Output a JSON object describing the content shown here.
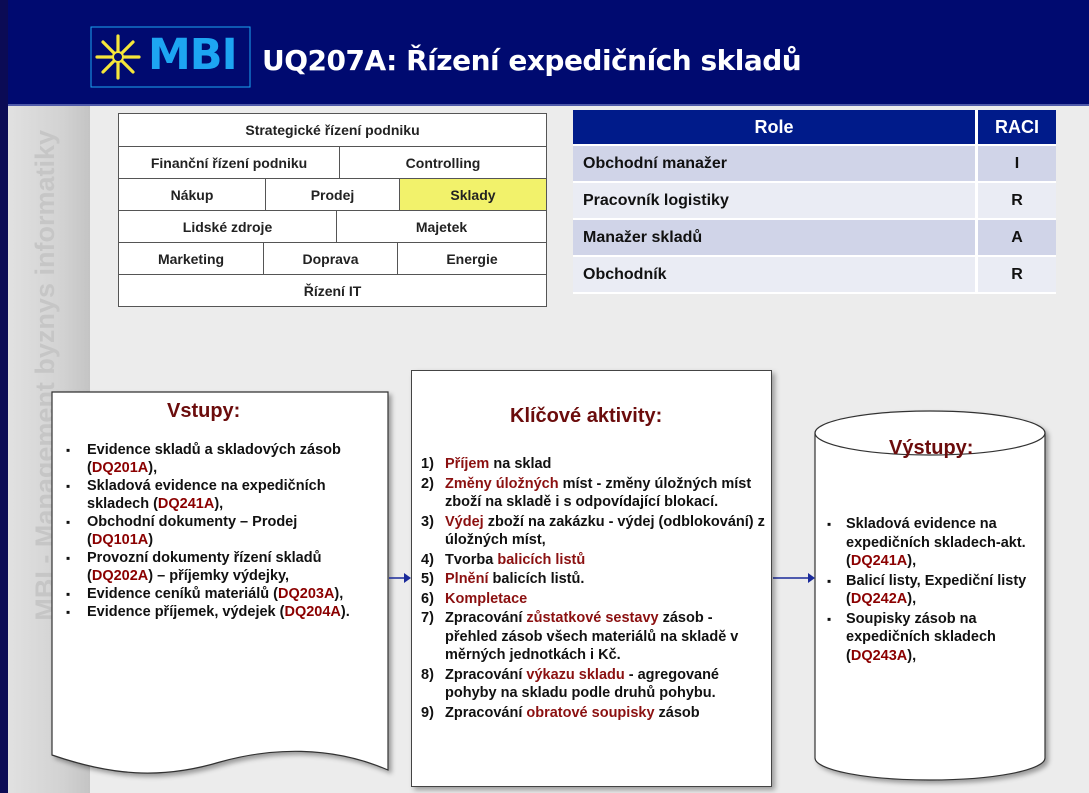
{
  "header": {
    "logo": "MBI",
    "title": "UQ207A: Řízení expedičních skladů"
  },
  "side_text": "MBI - Management byznys informatiky",
  "org_chart": {
    "rows": [
      [
        {
          "label": "Strategické řízení podniku",
          "highlight": false
        }
      ],
      [
        {
          "label": "Finanční řízení podniku",
          "highlight": false
        },
        {
          "label": "Controlling",
          "highlight": false
        }
      ],
      [
        {
          "label": "Nákup",
          "highlight": false
        },
        {
          "label": "Prodej",
          "highlight": false
        },
        {
          "label": "Sklady",
          "highlight": true
        }
      ],
      [
        {
          "label": "Lidské zdroje",
          "highlight": false
        },
        {
          "label": "Majetek",
          "highlight": false
        }
      ],
      [
        {
          "label": "Marketing",
          "highlight": false
        },
        {
          "label": "Doprava",
          "highlight": false
        },
        {
          "label": "Energie",
          "highlight": false
        }
      ],
      [
        {
          "label": "Řízení IT",
          "highlight": false
        }
      ]
    ],
    "highlight_color": "#f2f26b"
  },
  "raci": {
    "headers": {
      "role": "Role",
      "raci": "RACI"
    },
    "rows": [
      {
        "role": "Obchodní manažer",
        "value": "I"
      },
      {
        "role": "Pracovník logistiky",
        "value": "R"
      },
      {
        "role": "Manažer skladů",
        "value": "A"
      },
      {
        "role": "Obchodník",
        "value": "R"
      }
    ]
  },
  "inputs": {
    "title": "Vstupy:",
    "items": [
      [
        {
          "t": "Evidence skladů a skladových zásob ("
        },
        {
          "t": "DQ201A",
          "c": "code"
        },
        {
          "t": "),"
        }
      ],
      [
        {
          "t": "Skladová evidence na expedičních skladech ("
        },
        {
          "t": "DQ241A",
          "c": "code"
        },
        {
          "t": "),"
        }
      ],
      [
        {
          "t": "Obchodní dokumenty – Prodej ("
        },
        {
          "t": "DQ101A",
          "c": "code"
        },
        {
          "t": ")"
        }
      ],
      [
        {
          "t": "Provozní dokumenty řízení skladů ("
        },
        {
          "t": "DQ202A",
          "c": "code"
        },
        {
          "t": ") – příjemky výdejky,"
        }
      ],
      [
        {
          "t": "Evidence ceníků materiálů ("
        },
        {
          "t": "DQ203A",
          "c": "code"
        },
        {
          "t": "),"
        }
      ],
      [
        {
          "t": "Evidence příjemek, výdejek ("
        },
        {
          "t": "DQ204A",
          "c": "code"
        },
        {
          "t": ")."
        }
      ]
    ]
  },
  "activities": {
    "title": "Klíčové aktivity:",
    "items": [
      {
        "num": "1)",
        "parts": [
          {
            "t": "Příjem",
            "c": "kw"
          },
          {
            "t": " na sklad"
          }
        ]
      },
      {
        "num": "2)",
        "parts": [
          {
            "t": "Změny úložných",
            "c": "kw"
          },
          {
            "t": " míst - změny úložných míst zboží na skladě i s odpovídající blokací."
          }
        ]
      },
      {
        "num": "3)",
        "parts": [
          {
            "t": "Výdej",
            "c": "kw"
          },
          {
            "t": " zboží na zakázku - výdej (odblokování) z úložných míst,"
          }
        ]
      },
      {
        "num": "4)",
        "parts": [
          {
            "t": "Tvorba "
          },
          {
            "t": "balicích listů",
            "c": "kw"
          }
        ]
      },
      {
        "num": "5)",
        "parts": [
          {
            "t": "Plnění",
            "c": "kw"
          },
          {
            "t": " balicích listů."
          }
        ]
      },
      {
        "num": "6)",
        "parts": [
          {
            "t": "Kompletace",
            "c": "kw"
          }
        ]
      },
      {
        "num": "7)",
        "parts": [
          {
            "t": "Zpracování "
          },
          {
            "t": "zůstatkové sestavy",
            "c": "kw"
          },
          {
            "t": " zásob - přehled zásob všech materiálů na skladě v měrných jednotkách i Kč."
          }
        ]
      },
      {
        "num": "8)",
        "parts": [
          {
            "t": "Zpracování "
          },
          {
            "t": "výkazu skladu",
            "c": "kw"
          },
          {
            "t": " - agregované pohyby na skladu podle druhů pohybu."
          }
        ]
      },
      {
        "num": "9)",
        "parts": [
          {
            "t": "Zpracování "
          },
          {
            "t": "obratové soupisky",
            "c": "kw"
          },
          {
            "t": " zásob"
          }
        ]
      }
    ]
  },
  "outputs": {
    "title": "Výstupy:",
    "items": [
      [
        {
          "t": "Skladová evidence na expedičních skladech-akt. ("
        },
        {
          "t": "DQ241A",
          "c": "code"
        },
        {
          "t": "),"
        }
      ],
      [
        {
          "t": "Balicí listy, Expediční listy ("
        },
        {
          "t": "DQ242A",
          "c": "code"
        },
        {
          "t": "),"
        }
      ],
      [
        {
          "t": "Soupisky zásob na expedičních skladech ("
        },
        {
          "t": "DQ243A",
          "c": "code"
        },
        {
          "t": "),"
        }
      ]
    ]
  }
}
